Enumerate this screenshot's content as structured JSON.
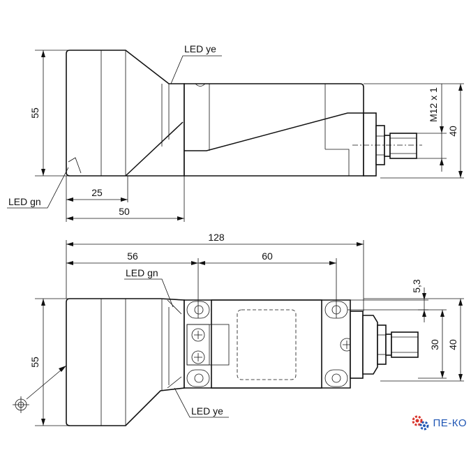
{
  "top_view": {
    "led_ye_label": "LED ye",
    "led_gn_label": "LED gn",
    "dim_height": "55",
    "dim_25": "25",
    "dim_50": "50",
    "dim_thread": "M12 x 1",
    "dim_40": "40"
  },
  "side_view": {
    "dim_128": "128",
    "dim_56": "56",
    "dim_60": "60",
    "led_gn_label": "LED gn",
    "led_ye_label": "LED ye",
    "dim_height": "55",
    "dim_5_3": "5,3",
    "dim_30": "30",
    "dim_40": "40"
  },
  "logo": {
    "text": "ПЕ-КО",
    "color": "#1f56b4",
    "gear_color": "#d9342b"
  }
}
